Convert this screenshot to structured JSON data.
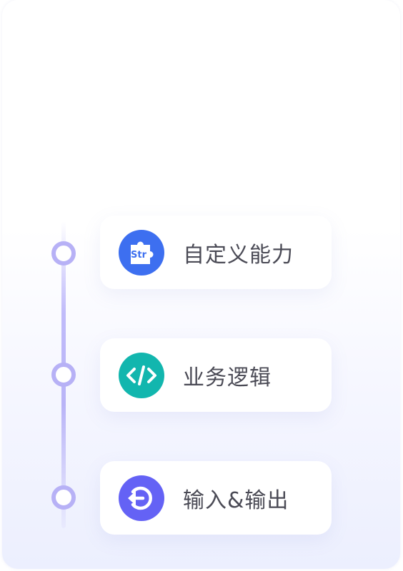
{
  "colors": {
    "node_ring": "#b7b1f6",
    "rail": "#c0bbfa",
    "label_text": "#4a4a55"
  },
  "steps": [
    {
      "label": "自定义能力",
      "icon": "puzzle-str-icon",
      "badge_color": "#3d6ff0",
      "badge_text": "Str"
    },
    {
      "label": "业务逻辑",
      "icon": "code-icon",
      "badge_color": "#12b6ae"
    },
    {
      "label": "输入&输出",
      "icon": "arrow-in-icon",
      "badge_color": "#6462f5"
    }
  ]
}
